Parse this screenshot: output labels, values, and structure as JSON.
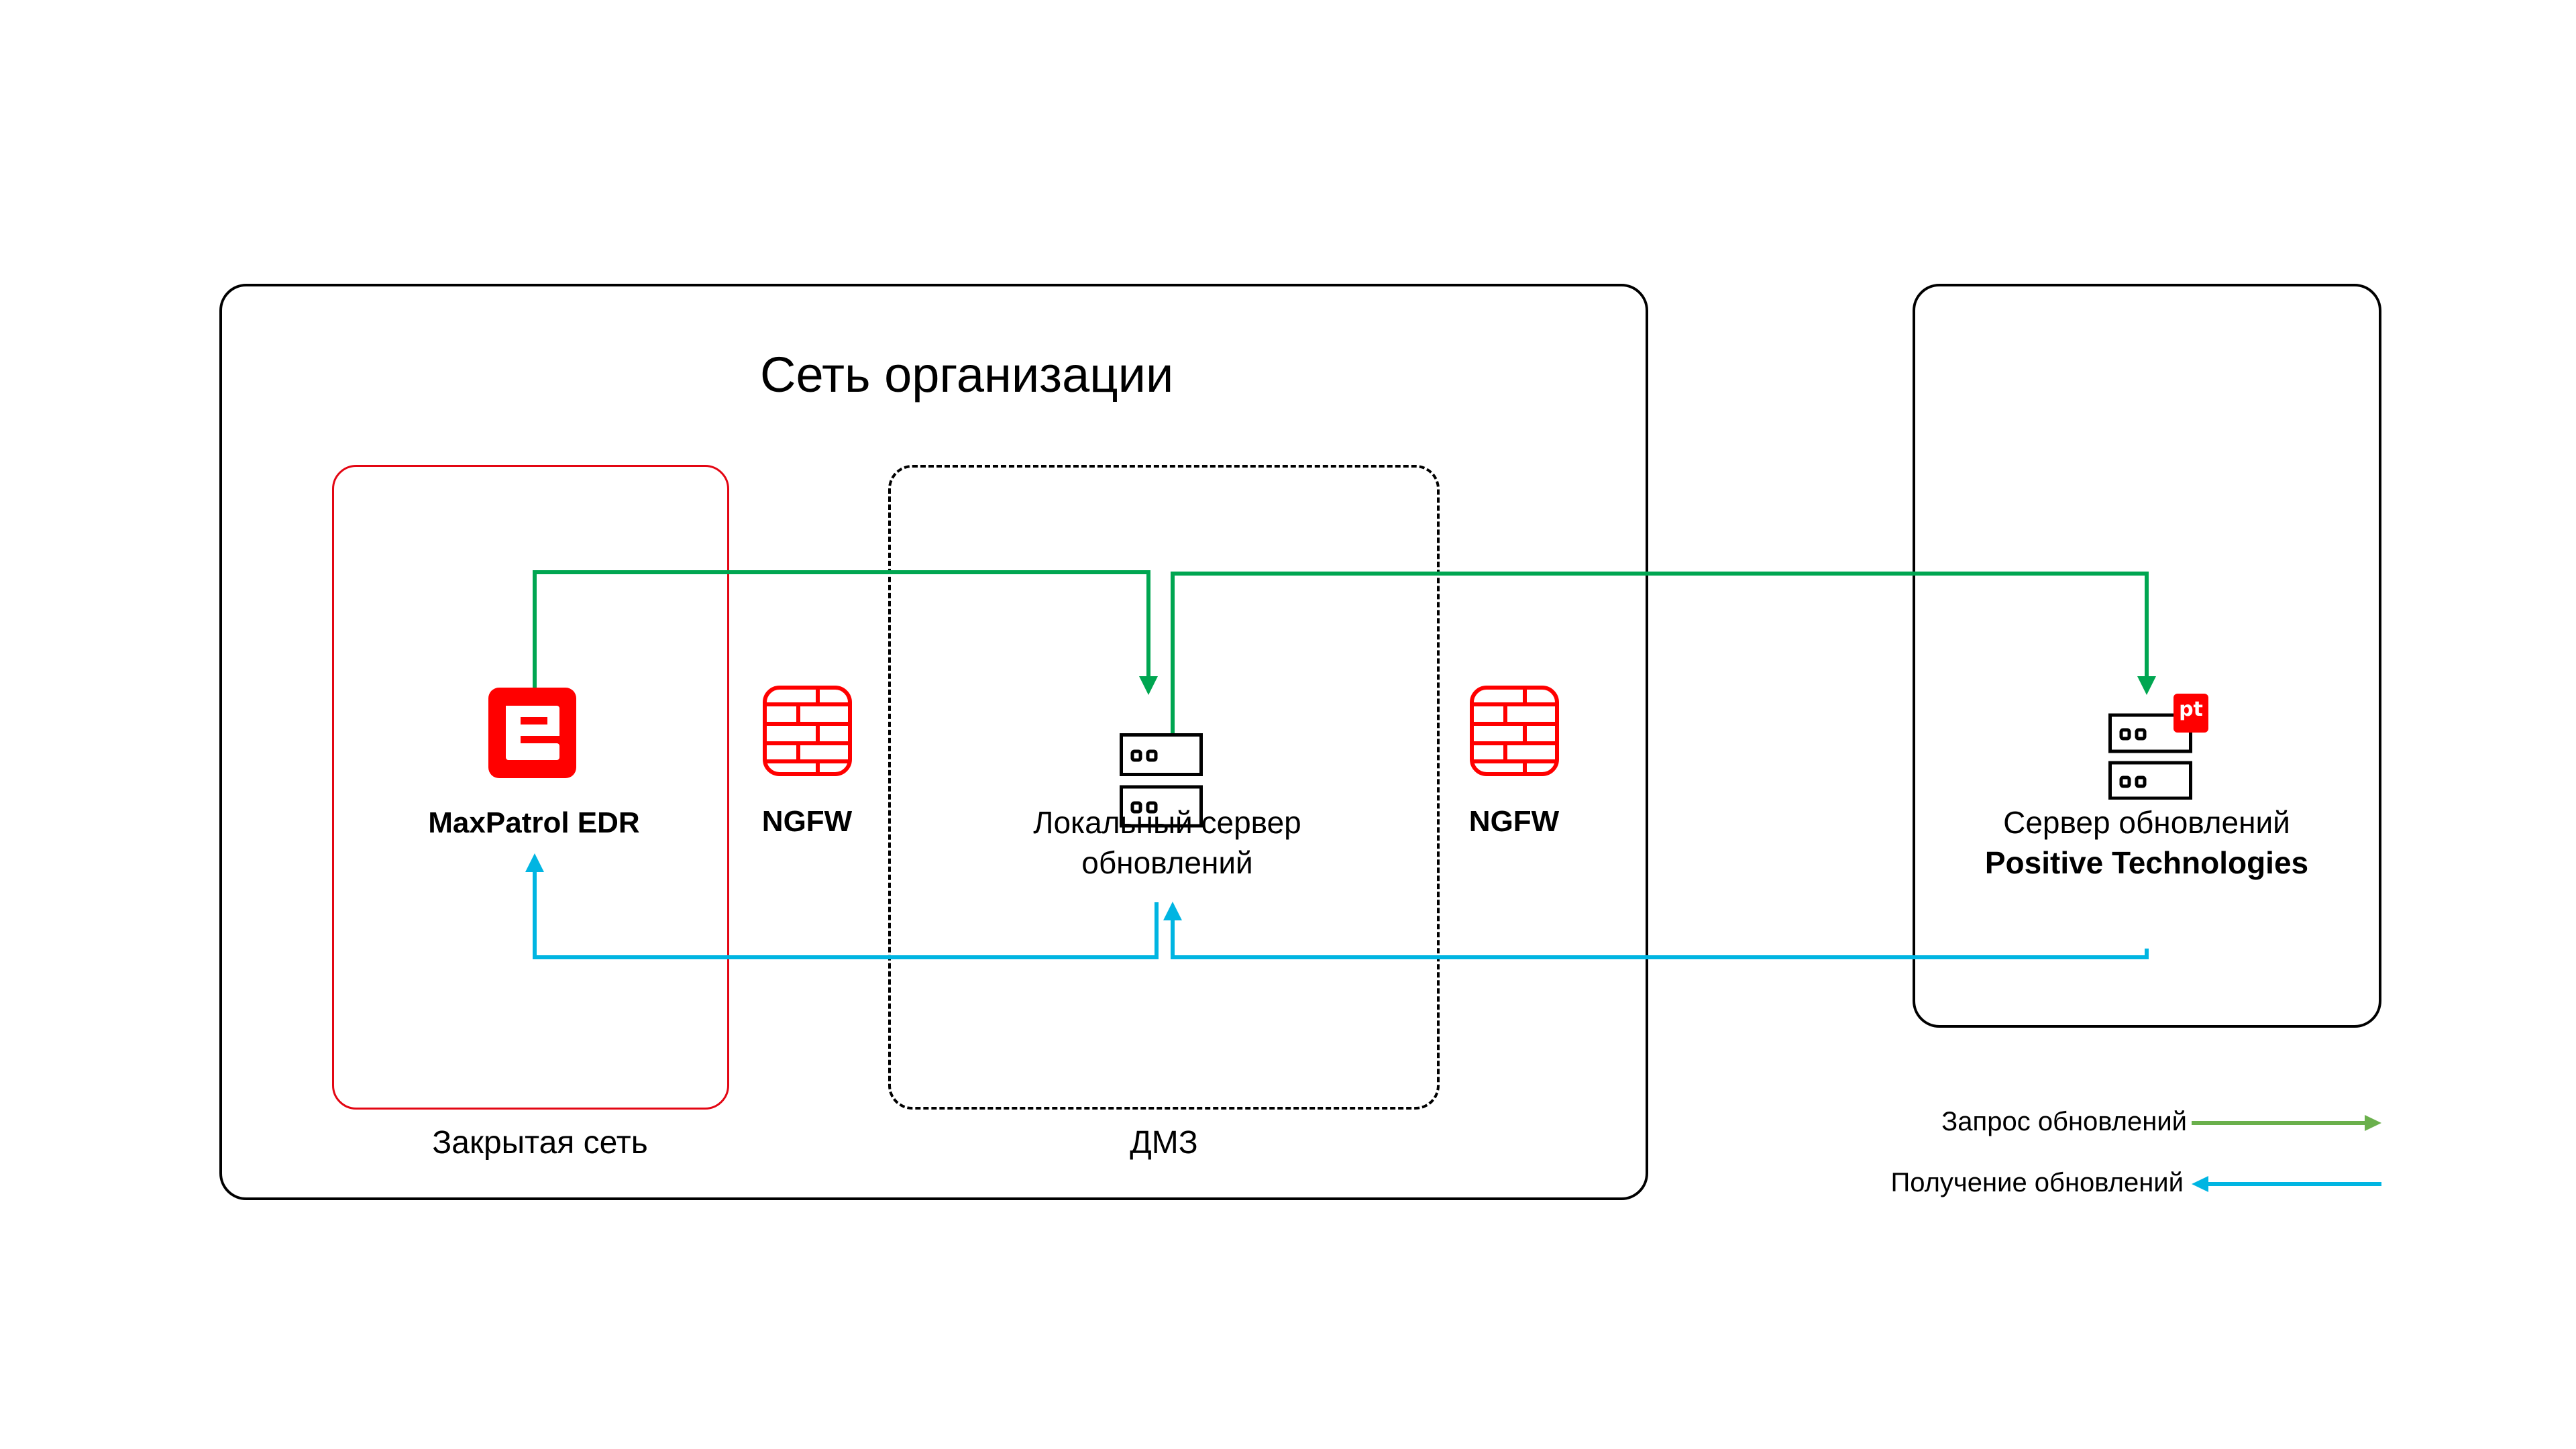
{
  "title": "Сеть организации",
  "zones": {
    "closed_network": "Закрытая сеть",
    "dmz": "ДМЗ"
  },
  "nodes": {
    "edr": {
      "label": "MaxPatrol EDR",
      "icon": "maxpatrol-edr-logo-icon"
    },
    "ngfw_inner": {
      "label": "NGFW",
      "icon": "firewall-icon"
    },
    "local_server": {
      "label_line1": "Локальный сервер",
      "label_line2": "обновлений",
      "icon": "server-icon"
    },
    "ngfw_outer": {
      "label": "NGFW",
      "icon": "firewall-icon"
    },
    "pt_server": {
      "label_line1": "Сервер обновлений",
      "label_line2": "Positive Technologies",
      "icon": "server-icon",
      "badge": "pt"
    }
  },
  "legend": {
    "request": {
      "label": "Запрос обновлений",
      "color": "#00a651"
    },
    "receive": {
      "label": "Получение обновлений",
      "color": "#00b5e2"
    }
  },
  "colors": {
    "brand_red": "#ff0000",
    "request_green": "#00a651",
    "legend_green": "#6ab04c",
    "receive_blue": "#00b5e2"
  }
}
